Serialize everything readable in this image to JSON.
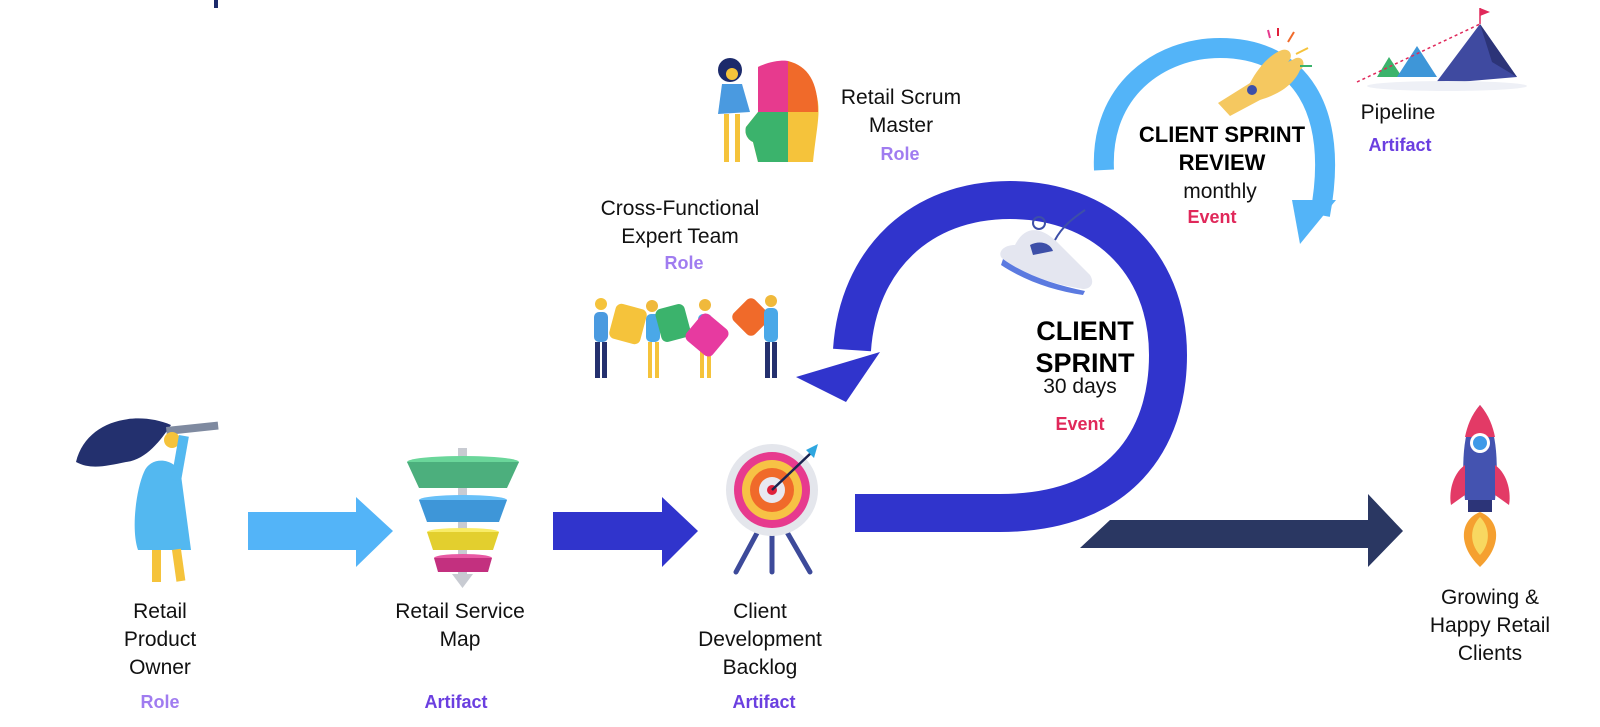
{
  "colors": {
    "light_blue_arrow": "#53b4f8",
    "royal_blue_arrow": "#3034cc",
    "navy_arrow": "#2a3762",
    "review_cycle": "#53b4f8",
    "sprint_cycle": "#3034cc",
    "role_tag": "#a07cf0",
    "artifact_tag": "#6b3fe0",
    "event_tag": "#e0285a"
  },
  "nodes": {
    "product_owner": {
      "lines": [
        "Retail",
        "Product",
        "Owner"
      ],
      "tag": "Role",
      "icon": "woman-with-telescope-icon"
    },
    "service_map": {
      "lines": [
        "Retail Service",
        "Map"
      ],
      "tag": "Artifact",
      "icon": "funnel-icon"
    },
    "backlog": {
      "lines": [
        "Client",
        "Development",
        "Backlog"
      ],
      "tag": "Artifact",
      "icon": "target-icon"
    },
    "expert_team": {
      "lines": [
        "Cross-Functional",
        "Expert Team"
      ],
      "tag": "Role",
      "icon": "team-puzzle-icon"
    },
    "scrum_master": {
      "lines": [
        "Retail Scrum",
        "Master"
      ],
      "tag": "Role",
      "icon": "puzzle-head-icon"
    },
    "sprint": {
      "title_lines": [
        "CLIENT",
        "SPRINT"
      ],
      "duration": "30 days",
      "tag": "Event",
      "icon": "sneaker-icon"
    },
    "sprint_review": {
      "title_lines": [
        "CLIENT SPRINT",
        "REVIEW"
      ],
      "frequency": "monthly",
      "tag": "Event",
      "icon": "high-five-icon"
    },
    "pipeline": {
      "label": "Pipeline",
      "tag": "Artifact",
      "icon": "mountains-icon"
    },
    "clients": {
      "lines": [
        "Growing &",
        "Happy Retail",
        "Clients"
      ],
      "icon": "rocket-icon"
    }
  }
}
